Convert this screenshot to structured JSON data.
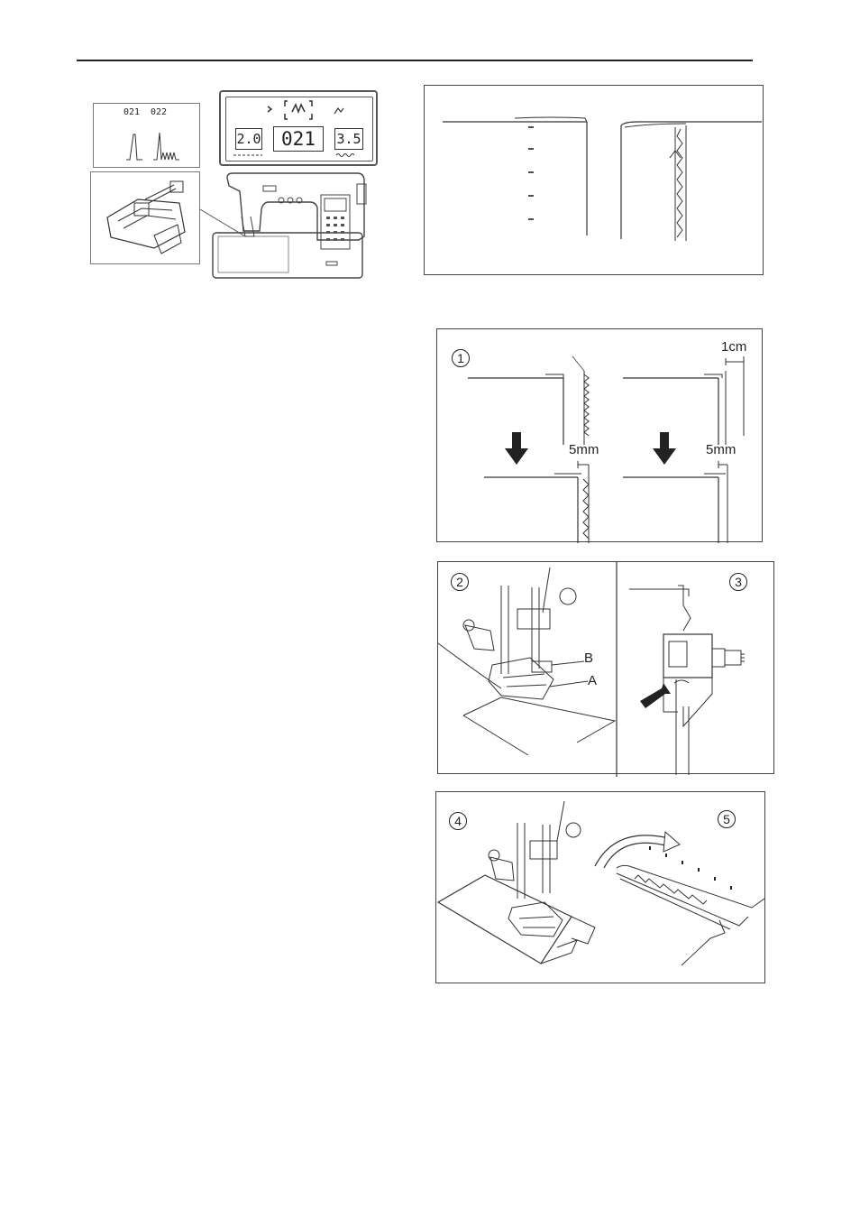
{
  "stitch_panel": {
    "codes": [
      "021",
      "022"
    ]
  },
  "lcd": {
    "left_value": "2.0",
    "center_value": "021",
    "right_value": "3.5"
  },
  "steps": {
    "s1": "1",
    "s2": "2",
    "s3": "3",
    "s4": "4",
    "s5": "5"
  },
  "measurements": {
    "one_cm": "1cm",
    "five_mm_left": "5mm",
    "five_mm_right": "5mm"
  },
  "labels": {
    "a": "A",
    "b": "B"
  }
}
